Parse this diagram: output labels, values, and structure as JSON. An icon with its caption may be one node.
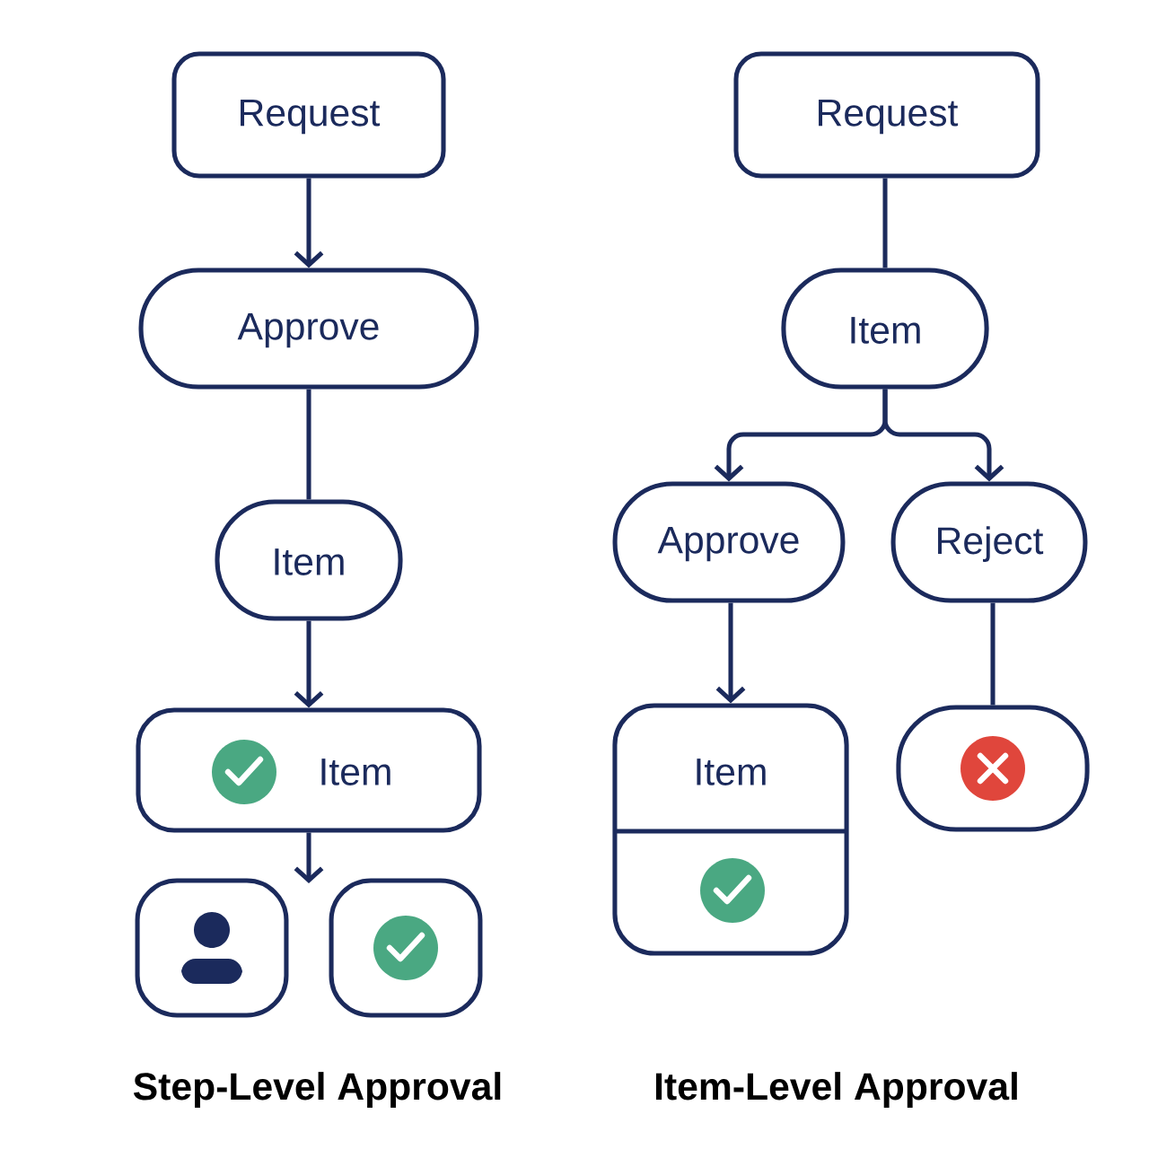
{
  "diagram": {
    "nodes": [
      {
        "text": [
          "Request"
        ]
      },
      {
        "text": [
          "Approve"
        ]
      },
      {
        "text": [
          "Item"
        ]
      },
      {
        "text": [
          "Item"
        ]
      },
      {
        "text": [],
        "shape": "box"
      },
      {
        "text": [],
        "shape": "box"
      },
      {
        "text": [
          "Request"
        ]
      },
      {
        "text": [
          "Item"
        ]
      },
      {
        "text": [
          "Approve"
        ]
      },
      {
        "text": [
          "Reject"
        ]
      },
      {
        "text": [
          "Item"
        ]
      },
      {
        "text": [],
        "shape": "box"
      }
    ],
    "edges": [
      {
        "from": 0,
        "to": 1,
        "arrow": "to"
      },
      {
        "from": 1,
        "to": 2,
        "arrow": "none"
      },
      {
        "from": 2,
        "to": 3,
        "arrow": "to"
      },
      {
        "from": 3,
        "to": null,
        "arrow": "to"
      },
      {
        "from": 6,
        "to": 7,
        "arrow": "none"
      },
      {
        "from": 7,
        "to": 8,
        "arrow": "to"
      },
      {
        "from": 7,
        "to": 9,
        "arrow": "to"
      },
      {
        "from": 8,
        "to": 10,
        "arrow": "to"
      },
      {
        "from": 9,
        "to": 11,
        "arrow": "none"
      }
    ],
    "labels": [
      "Step-Level Approval",
      "Item-Level Approval"
    ]
  }
}
